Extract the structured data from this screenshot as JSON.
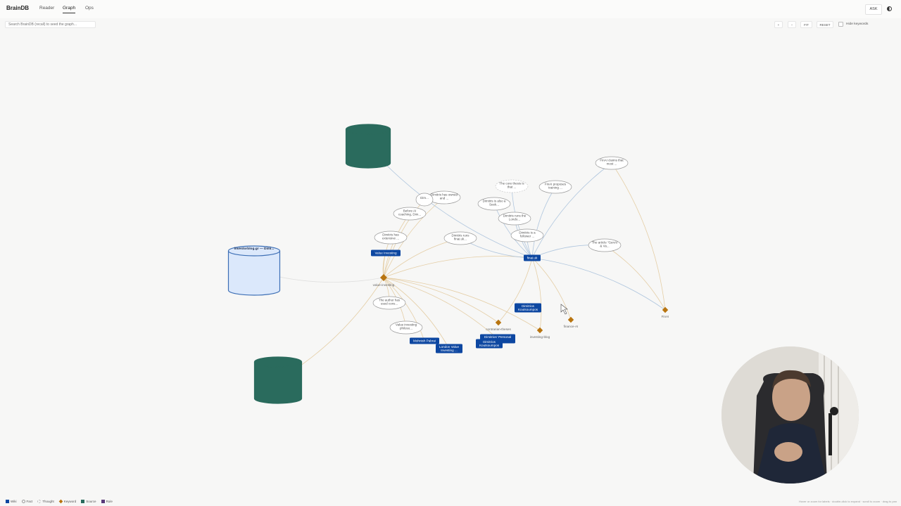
{
  "app": {
    "brand": "BrainDB",
    "nav": [
      {
        "label": "Reader",
        "active": false
      },
      {
        "label": "Graph",
        "active": true
      },
      {
        "label": "Ops",
        "active": false
      }
    ],
    "ask_label": "ASK",
    "theme_icon": "half-circle-icon"
  },
  "toolbar": {
    "search_placeholder": "Search BrainDB (recall) to seed the graph...",
    "zoom_in": "+",
    "zoom_out": "−",
    "fit": "FIT",
    "reset": "RESET",
    "hide_keywords_label": "Hide keywords",
    "hide_keywords_checked": false
  },
  "colors": {
    "wiki": "#0d47a1",
    "fact_stroke": "#999999",
    "keyword": "#b8740f",
    "source": "#2a6b5d",
    "rule": "#5a3a7a",
    "source_light": "#dbe8fb",
    "edge_tan": "#e2c99c",
    "edge_blue": "#a9c1dc"
  },
  "graph": {
    "sources": [
      {
        "id": "s1",
        "label": ""
      },
      {
        "id": "s2",
        "label": "investorblog.gr — Dimi..."
      },
      {
        "id": "s3",
        "label": ""
      }
    ],
    "wikis": [
      {
        "id": "w_finlab",
        "label": "finai.uk"
      },
      {
        "id": "w_vi",
        "label": "Value Investing"
      },
      {
        "id": "w_dk1",
        "label": "Dimitrios Koutsoumpos"
      },
      {
        "id": "w_mp",
        "label": "Mohnish Pabrai"
      },
      {
        "id": "w_lvi",
        "label": "London Value Investing ..."
      },
      {
        "id": "w_dp",
        "label": "Dimitrios' Personal ..."
      },
      {
        "id": "w_dk2",
        "label": "Dimitrios Koutsoumpos"
      }
    ],
    "facts": [
      {
        "id": "f_finai_claims",
        "label": "FinAI claims that most ..."
      },
      {
        "id": "f_finai_prop",
        "label": "FinAI proposes training ..."
      },
      {
        "id": "f_core_thesis",
        "label": "The core thesis is that ..."
      },
      {
        "id": "f_owned",
        "label": "Dimitris has owned and ..."
      },
      {
        "id": "f_dim_small",
        "label": "Dim..."
      },
      {
        "id": "f_seek",
        "label": "Dimitris is also a Seek..."
      },
      {
        "id": "f_before_ai",
        "label": "Before AI coaching, Dim..."
      },
      {
        "id": "f_london",
        "label": "Dimitris runs the Londo..."
      },
      {
        "id": "f_extensive",
        "label": "Dimitris has extensive ..."
      },
      {
        "id": "f_runs_finai",
        "label": "Dimitris runs finai.uk..."
      },
      {
        "id": "f_follower",
        "label": "Dimitris is a follower ..."
      },
      {
        "id": "f_article",
        "label": "The article \"GenAI & Va..."
      },
      {
        "id": "f_author",
        "label": "The author has used cons..."
      },
      {
        "id": "f_philoso",
        "label": "Value investing philoso..."
      }
    ],
    "keywords": [
      {
        "id": "k_vi",
        "label": "value-investing"
      },
      {
        "id": "k_contra",
        "label": "contrarian-theses"
      },
      {
        "id": "k_blog",
        "label": "investing-blog"
      },
      {
        "id": "k_finance_ai",
        "label": "finance-AI"
      },
      {
        "id": "k_finai",
        "label": "FinAI"
      }
    ]
  },
  "legend": [
    {
      "label": "Wiki",
      "kind": "wiki"
    },
    {
      "label": "Fact",
      "kind": "fact"
    },
    {
      "label": "Thought",
      "kind": "thought"
    },
    {
      "label": "Keyword",
      "kind": "keyword"
    },
    {
      "label": "Source",
      "kind": "source"
    },
    {
      "label": "Rule",
      "kind": "rule"
    }
  ],
  "hint": "Hover or zoom for labels · double-click to expand · scroll to zoom · drag to pan"
}
